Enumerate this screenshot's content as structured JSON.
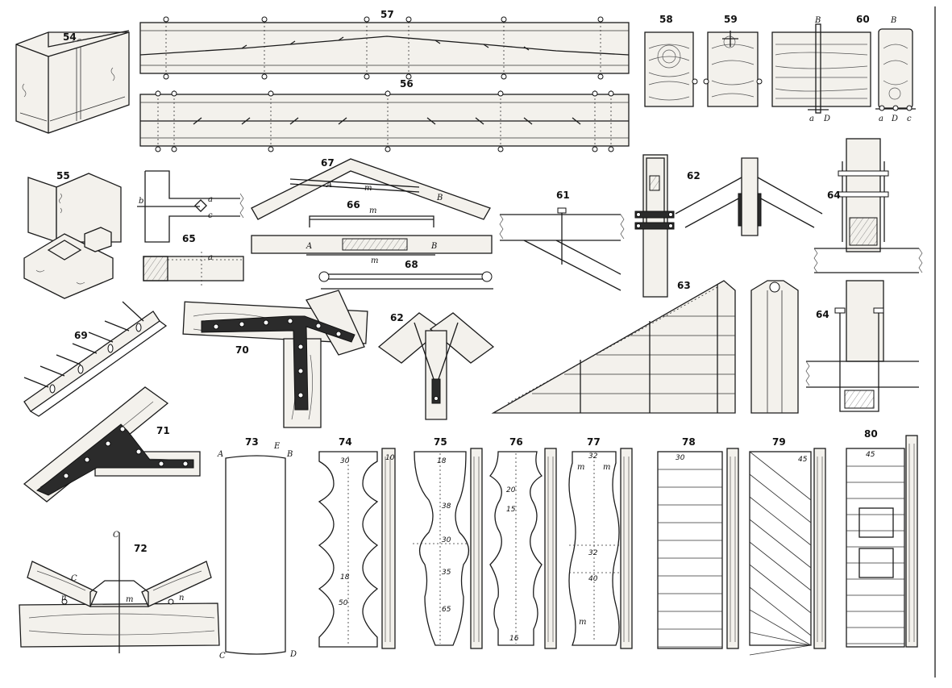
{
  "figures": {
    "f54": "54",
    "f55": "55",
    "f56": "56",
    "f57": "57",
    "f58": "58",
    "f59": "59",
    "f60": "60",
    "f61": "61",
    "f62a": "62",
    "f62b": "62",
    "f63": "63",
    "f64a": "64",
    "f64b": "64",
    "f65": "65",
    "f66": "66",
    "f67": "67",
    "f68": "68",
    "f69": "69",
    "f70": "70",
    "f71": "71",
    "f72": "72",
    "f73": "73",
    "f74": "74",
    "f75": "75",
    "f76": "76",
    "f77": "77",
    "f78": "78",
    "f79": "79",
    "f80": "80"
  },
  "letters": {
    "f60_B1": "B",
    "f60_B2": "B",
    "f60_a1": "a",
    "f60_D1": "D",
    "f60_a2": "a",
    "f60_D2": "D",
    "f60_c": "c",
    "f65_b": "b",
    "f65_a1": "a",
    "f65_c": "c",
    "f65_a2": "a",
    "f67_A": "A",
    "f67_m": "m",
    "f67_B": "B",
    "f66_m": "m",
    "f66_A": "A",
    "f66_B": "B",
    "f66_m2": "m",
    "f72_C": "C",
    "f72_C2": "C",
    "f72_n1": "n",
    "f72_m": "m",
    "f72_n2": "n",
    "f73_A": "A",
    "f73_E": "E",
    "f73_B": "B",
    "f73_C": "C",
    "f73_D": "D",
    "f77_m1": "m",
    "f77_m2": "m",
    "f77_m3": "m"
  },
  "dimensions": {
    "f74_30": "30",
    "f74_10": "10",
    "f74_18": "18",
    "f74_50": "50",
    "f75_18": "18",
    "f75_38": "38",
    "f75_30": "30",
    "f75_35": "35",
    "f75_65": "65",
    "f76_20": "20",
    "f76_15": "15",
    "f76_16": "16",
    "f77_32": "32",
    "f77_40": "40",
    "f77_32b": "32",
    "f78_30": "30",
    "f79_45": "45",
    "f80_45": "45"
  }
}
